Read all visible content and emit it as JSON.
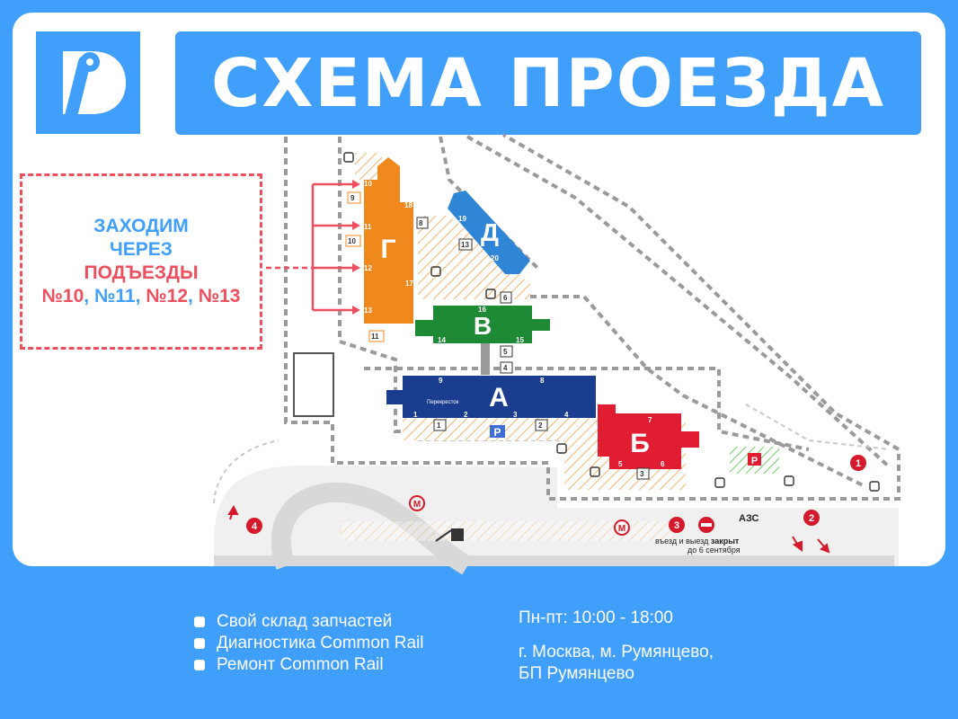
{
  "title": "СХЕМА ПРОЕЗДА",
  "logo": {
    "icon": "wrench-p-logo-icon",
    "color": "#3f9ffb"
  },
  "callout": {
    "line1": "ЗАХОДИМ",
    "line2": "ЧЕРЕЗ",
    "line3": "ПОДЪЕЗДЫ",
    "entrances": [
      "№10",
      "№11",
      "№12",
      "№13"
    ]
  },
  "buildings": {
    "g": {
      "letter": "Г",
      "color": "#f0891d"
    },
    "d": {
      "letter": "Д",
      "color": "#2f86d6"
    },
    "v": {
      "letter": "В",
      "color": "#1f8a35"
    },
    "a": {
      "letter": "А",
      "color": "#1a3d8f"
    },
    "b": {
      "letter": "Б",
      "color": "#e11d31"
    }
  },
  "labels": {
    "perekrestok": "Перекресток",
    "azs": "АЗС",
    "parking": "P",
    "closed_line1_a": "въезд и выезд ",
    "closed_line1_b": "закрыт",
    "closed_line2": "до 6 сентября"
  },
  "entrance_numbers": {
    "g": [
      "10",
      "9",
      "18",
      "8",
      "11",
      "10",
      "12",
      "17",
      "13",
      "11"
    ],
    "d": [
      "19",
      "13",
      "20",
      "6"
    ],
    "v": [
      "16",
      "14",
      "15",
      "5",
      "4"
    ],
    "a": [
      "9",
      "8",
      "1",
      "2",
      "3",
      "4",
      "1",
      "2"
    ],
    "b": [
      "7",
      "5",
      "6",
      "3"
    ]
  },
  "gates": [
    "1",
    "2",
    "3",
    "4"
  ],
  "features": [
    "Свой склад запчастей",
    "Диагностика Common Rail",
    "Ремонт Common Rail"
  ],
  "hours": "Пн-пт: 10:00 - 18:00",
  "address_line1": "г. Москва, м. Румянцево,",
  "address_line2": "БП Румянцево",
  "colors": {
    "accent": "#3f9ffb",
    "red": "#ee4f5f",
    "hatch": "#f4b46a"
  }
}
